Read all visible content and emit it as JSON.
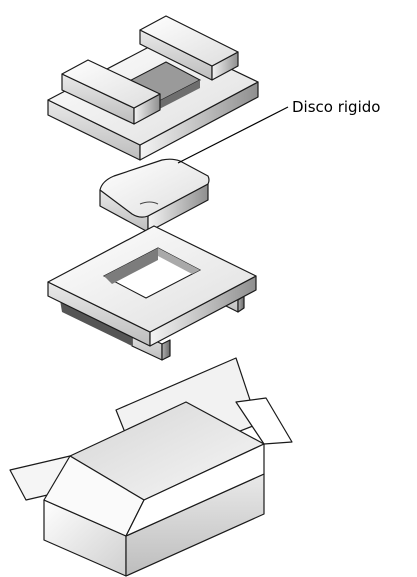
{
  "callout": {
    "label": "Disco rigido"
  },
  "parts": [
    {
      "name": "top-foam-insert"
    },
    {
      "name": "hard-drive"
    },
    {
      "name": "bottom-foam-insert"
    },
    {
      "name": "shipping-box"
    }
  ]
}
